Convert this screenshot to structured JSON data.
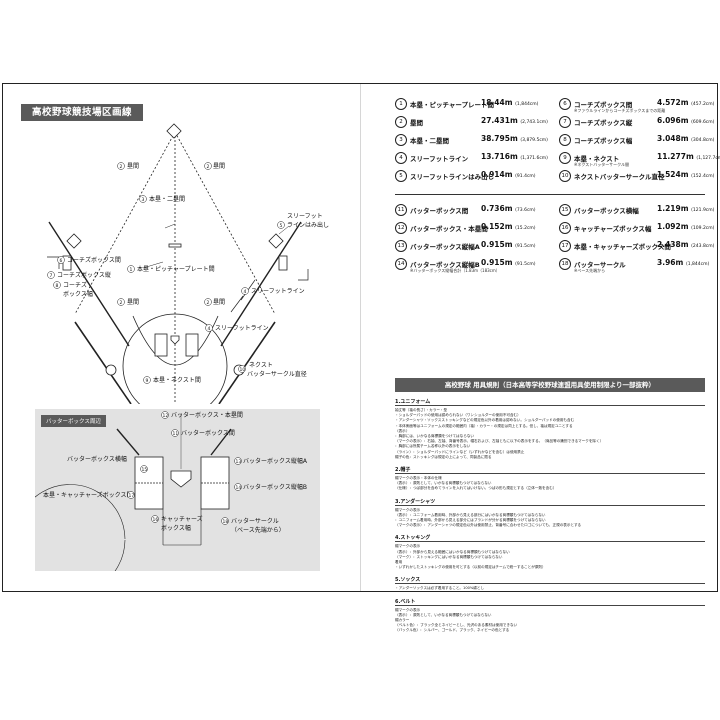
{
  "doc": {
    "title": "高校野球競技場区画線",
    "inset_title": "バッターボックス周辺"
  },
  "diagram": {
    "l_home_second": "本塁・二塁間",
    "l_base_path_a": "塁間",
    "l_base_path_b": "塁間",
    "l_base_path_c": "塁間",
    "l_base_path_d": "塁間",
    "l_pitcher": "本塁・ピッチャープレート間",
    "l_coach_box": "コーチズボックス間",
    "l_coach_depth": "コーチズボックス縦",
    "l_coach_width_1": "コーチズ",
    "l_coach_width_2": "ボックス幅",
    "l_foul_over_1": "スリーフット",
    "l_foul_over_2": "ラインはみ出し",
    "l_foul_line_a": "スリーフットライン",
    "l_foul_line_b": "スリーフットライン",
    "l_backstop": "本塁・ネクスト間",
    "l_next_1": "ネクスト",
    "l_next_2": "バッターサークル直径",
    "n1": "1",
    "n2": "2",
    "n3": "3",
    "n4": "4",
    "n5": "5",
    "n6": "6",
    "n7": "7",
    "n8": "8",
    "n9": "9",
    "n10": "10"
  },
  "inset": {
    "l_box_home": "バッターボックス・本塁間",
    "l_box_gap": "バッターボックス間",
    "l_box_width": "バッターボックス横幅",
    "l_box_len_a": "バッターボックス縦幅A",
    "l_box_len_b": "バッターボックス縦幅B",
    "l_catcher_home": "本塁・キャッチャーズボックス間",
    "l_catcher_1": "キャッチャーズ",
    "l_catcher_2": "ボックス幅",
    "l_circle_1": "バッターサークル",
    "l_circle_2": "（ベース先端から）",
    "n11": "11",
    "n12": "12",
    "n13": "13",
    "n14": "14",
    "n15": "15",
    "n16": "16",
    "n17": "17",
    "n18": "18"
  },
  "measurements": [
    {
      "n": "1",
      "label": "本塁・ピッチャープレート間",
      "value": "18.44m",
      "sub": "(1,844cm)",
      "note": ""
    },
    {
      "n": "6",
      "label": "コーチズボックス間",
      "value": "4.572m",
      "sub": "(457.2cm)",
      "note": "※ファウルラインからコーチズボックスまでの距離"
    },
    {
      "n": "2",
      "label": "塁間",
      "value": "27.431m",
      "sub": "(2,743.1cm)",
      "note": ""
    },
    {
      "n": "7",
      "label": "コーチズボックス縦",
      "value": "6.096m",
      "sub": "(609.6cm)",
      "note": ""
    },
    {
      "n": "3",
      "label": "本塁・二塁間",
      "value": "38.795m",
      "sub": "(3,879.5cm)",
      "note": ""
    },
    {
      "n": "8",
      "label": "コーチズボックス幅",
      "value": "3.048m",
      "sub": "(304.8cm)",
      "note": ""
    },
    {
      "n": "4",
      "label": "スリーフットライン",
      "value": "13.716m",
      "sub": "(1,371.6cm)",
      "note": ""
    },
    {
      "n": "9",
      "label": "本塁・ネクスト",
      "value": "11.277m",
      "sub": "(1,127.7cm)",
      "note": "※ネクストバッターサークル間"
    },
    {
      "n": "5",
      "label": "スリーフットラインはみ出し",
      "value": "0.914m",
      "sub": "(91.4cm)",
      "note": ""
    },
    {
      "n": "10",
      "label": "ネクストバッターサークル直径",
      "value": "1.524m",
      "sub": "(152.4cm)",
      "note": ""
    },
    {
      "n": "11",
      "label": "バッターボックス間",
      "value": "0.736m",
      "sub": "(73.6cm)",
      "note": ""
    },
    {
      "n": "15",
      "label": "バッターボックス横幅",
      "value": "1.219m",
      "sub": "(121.9cm)",
      "note": ""
    },
    {
      "n": "12",
      "label": "バッターボックス・本塁間",
      "value": "0.152m",
      "sub": "(15.2cm)",
      "note": ""
    },
    {
      "n": "16",
      "label": "キャッチャーズボックス幅",
      "value": "1.092m",
      "sub": "(109.2cm)",
      "note": ""
    },
    {
      "n": "13",
      "label": "バッターボックス縦幅A",
      "value": "0.915m",
      "sub": "(91.5cm)",
      "note": ""
    },
    {
      "n": "17",
      "label": "本塁・キャッチャーズボックス間",
      "value": "2.438m",
      "sub": "(243.8cm)",
      "note": ""
    },
    {
      "n": "14",
      "label": "バッターボックス縦幅B",
      "value": "0.915m",
      "sub": "(91.5cm)",
      "note": "※バッターボックス縦幅合計（1.83m（183cm）"
    },
    {
      "n": "18",
      "label": "バッターサークル",
      "value": "3.96m",
      "sub": "(1,844cm)",
      "note": "※ベース先端から"
    }
  ],
  "rules": {
    "title": "高校野球 用具規則（日本高等学校野球連盟用具使用制限より一部抜粋）",
    "sections": [
      {
        "h": "1.ユニフォーム",
        "lines": [
          "袖丈等（袖の長さ）・カラー・型",
          "・ショルダーパッドの使用は認められない（ワンショルダーの使用不可含む）",
          "・アンダーシャツ・ソックスストッキングなどの規定色以外の着用は認めない。ショルダーパッドの使用も含む",
          "・本体側面等はユニフォームの規定の範囲内（袖）・カラー・の規定は同上とする。但し、袖は規定ユニとする",
          "〈表示〉",
          "：胸部には、いかなる商標類をつけてはならない",
          "〈マークの表示〉：右袖、左袖、背番号表示、帽右および、左袖ともに以下の表示をする。（商品等の識別できるマークを除く）",
          "：胸部には所属チーム名称以外の表示をしない",
          "〈ライン〉：ショルダーパッドにラインなど（いずれかなどを含む）は使用禁止",
          "帽子の色：ストッキングは規定の上によって、同製品に限る"
        ]
      },
      {
        "h": "2.帽子",
        "lines": [
          "帽マークの表示・本体の仕様",
          "〈表示〉：原則として、いかなる商標類もつけてはならない",
          "〈仕様〉：つば部分を含めてラインを入れてはいけない。つばの形も規定とする（立体一致を含む）"
        ]
      },
      {
        "h": "3.アンダーシャツ",
        "lines": [
          "帽マークの表示",
          "〈表示〉：ユニフォーム着用時、外部から見える部分にはいかなる商標類もつけてはならない",
          "：ユニフォーム着用時、外部から見える部分にはブランドが分かる商標類をつけてはならない",
          "〈マークの表示〉：アンダーシャツの規定色以外は使用禁止、背番号に合わせたロゴについても、正規の表示とする"
        ]
      },
      {
        "h": "4.ストッキング",
        "lines": [
          "帽マークの表示",
          "〈表示〉：外部から見える範囲にはいかなる商標類もつけてはならない",
          "〈マーク〉：ストッキングにはいかなる商標類もつけてはならない",
          "着用",
          "・いずれかしたストッキングの使用を可とする（以前の規定はチームで統一することが原則）"
        ]
      },
      {
        "h": "5.ソックス",
        "lines": [
          "・アンダーソックスは必ず着用すること。100%綿とし"
        ]
      },
      {
        "h": "6.ベルト",
        "lines": [
          "帽マークの表示",
          "〈表示〉：原則として、いかなる商標類もつけてはならない",
          "帽カラー",
          "〈ベルト色〉：ブラック全とネイビーとし、光沢のある素材は使用できない",
          "〈バックル色〉：シルバー、ゴールド、ブラック、ネイビーの色とする"
        ]
      }
    ]
  }
}
